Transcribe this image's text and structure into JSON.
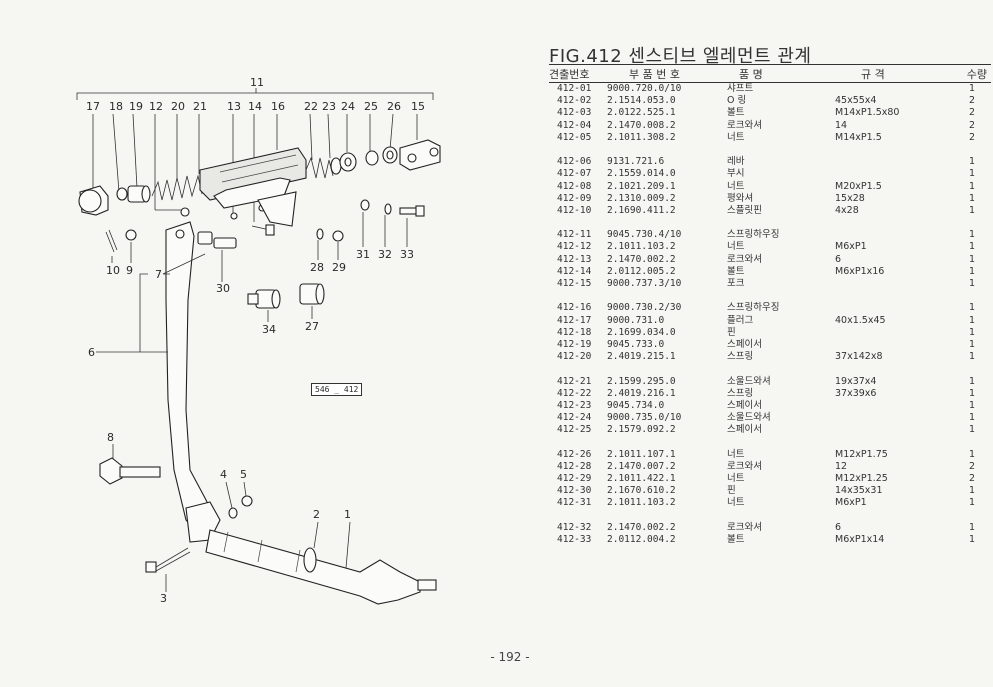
{
  "figure": {
    "title": "FIG.412 센스티브 엘레먼트 관계",
    "doc_code": "546 _ 412",
    "page_number": "- 192 -"
  },
  "table": {
    "headers": {
      "ref_no": "견출번호",
      "part_no": "부 품 번 호",
      "name": "품 명",
      "spec": "규 격",
      "qty": "수량"
    },
    "rows": [
      {
        "no": "412-01",
        "part": "9000.720.0/10",
        "name": "샤프트",
        "spec": "",
        "qty": "1"
      },
      {
        "no": "412-02",
        "part": "2.1514.053.0",
        "name": "O 링",
        "spec": "45x55x4",
        "qty": "2"
      },
      {
        "no": "412-03",
        "part": "2.0122.525.1",
        "name": "볼트",
        "spec": "M14xP1.5x80",
        "qty": "2"
      },
      {
        "no": "412-04",
        "part": "2.1470.008.2",
        "name": "로크와셔",
        "spec": "14",
        "qty": "2"
      },
      {
        "no": "412-05",
        "part": "2.1011.308.2",
        "name": "너트",
        "spec": "M14xP1.5",
        "qty": "2"
      },
      {
        "no": "412-06",
        "part": "9131.721.6",
        "name": "레바",
        "spec": "",
        "qty": "1",
        "gap": true
      },
      {
        "no": "412-07",
        "part": "2.1559.014.0",
        "name": "부시",
        "spec": "",
        "qty": "1"
      },
      {
        "no": "412-08",
        "part": "2.1021.209.1",
        "name": "너트",
        "spec": "M20xP1.5",
        "qty": "1"
      },
      {
        "no": "412-09",
        "part": "2.1310.009.2",
        "name": "평와셔",
        "spec": "15x28",
        "qty": "1"
      },
      {
        "no": "412-10",
        "part": "2.1690.411.2",
        "name": "스플릿핀",
        "spec": "4x28",
        "qty": "1"
      },
      {
        "no": "412-11",
        "part": "9045.730.4/10",
        "name": "스프링하우징",
        "spec": "",
        "qty": "1",
        "gap": true
      },
      {
        "no": "412-12",
        "part": "2.1011.103.2",
        "name": "너트",
        "spec": "M6xP1",
        "qty": "1"
      },
      {
        "no": "412-13",
        "part": "2.1470.002.2",
        "name": "로크와셔",
        "spec": "6",
        "qty": "1"
      },
      {
        "no": "412-14",
        "part": "2.0112.005.2",
        "name": "볼트",
        "spec": "M6xP1x16",
        "qty": "1"
      },
      {
        "no": "412-15",
        "part": "9000.737.3/10",
        "name": "포크",
        "spec": "",
        "qty": "1"
      },
      {
        "no": "412-16",
        "part": "9000.730.2/30",
        "name": "스프링하우징",
        "spec": "",
        "qty": "1",
        "gap": true
      },
      {
        "no": "412-17",
        "part": "9000.731.0",
        "name": "플러그",
        "spec": "40x1.5x45",
        "qty": "1"
      },
      {
        "no": "412-18",
        "part": "2.1699.034.0",
        "name": "핀",
        "spec": "",
        "qty": "1"
      },
      {
        "no": "412-19",
        "part": "9045.733.0",
        "name": "스페이서",
        "spec": "",
        "qty": "1"
      },
      {
        "no": "412-20",
        "part": "2.4019.215.1",
        "name": "스프링",
        "spec": "37x142x8",
        "qty": "1"
      },
      {
        "no": "412-21",
        "part": "2.1599.295.0",
        "name": "소울드와셔",
        "spec": "19x37x4",
        "qty": "1",
        "gap": true
      },
      {
        "no": "412-22",
        "part": "2.4019.216.1",
        "name": "스프링",
        "spec": "37x39x6",
        "qty": "1"
      },
      {
        "no": "412-23",
        "part": "9045.734.0",
        "name": "스페이서",
        "spec": "",
        "qty": "1"
      },
      {
        "no": "412-24",
        "part": "9000.735.0/10",
        "name": "소울드와셔",
        "spec": "",
        "qty": "1"
      },
      {
        "no": "412-25",
        "part": "2.1579.092.2",
        "name": "스페이서",
        "spec": "",
        "qty": "1"
      },
      {
        "no": "412-26",
        "part": "2.1011.107.1",
        "name": "너트",
        "spec": "M12xP1.75",
        "qty": "1",
        "gap": true
      },
      {
        "no": "412-28",
        "part": "2.1470.007.2",
        "name": "로크와셔",
        "spec": "12",
        "qty": "2"
      },
      {
        "no": "412-29",
        "part": "2.1011.422.1",
        "name": "너트",
        "spec": "M12xP1.25",
        "qty": "2"
      },
      {
        "no": "412-30",
        "part": "2.1670.610.2",
        "name": "핀",
        "spec": "14x35x31",
        "qty": "1"
      },
      {
        "no": "412-31",
        "part": "2.1011.103.2",
        "name": "너트",
        "spec": "M6xP1",
        "qty": "1"
      },
      {
        "no": "412-32",
        "part": "2.1470.002.2",
        "name": "로크와셔",
        "spec": "6",
        "qty": "1",
        "gap": true
      },
      {
        "no": "412-33",
        "part": "2.0112.004.2",
        "name": "볼트",
        "spec": "M6xP1x14",
        "qty": "1"
      }
    ]
  },
  "callouts": {
    "top_group": "11",
    "top_row": [
      "17",
      "18",
      "19",
      "12",
      "20",
      "21",
      "13",
      "14",
      "16",
      "22",
      "23",
      "24",
      "25",
      "26",
      "15"
    ],
    "c10": "10",
    "c9": "9",
    "c7": "7",
    "c30": "30",
    "c28": "28",
    "c29": "29",
    "c31": "31",
    "c32": "32",
    "c33": "33",
    "c34": "34",
    "c27": "27",
    "c6": "6",
    "c8": "8",
    "c4": "4",
    "c5": "5",
    "c2": "2",
    "c1": "1",
    "c3": "3"
  }
}
